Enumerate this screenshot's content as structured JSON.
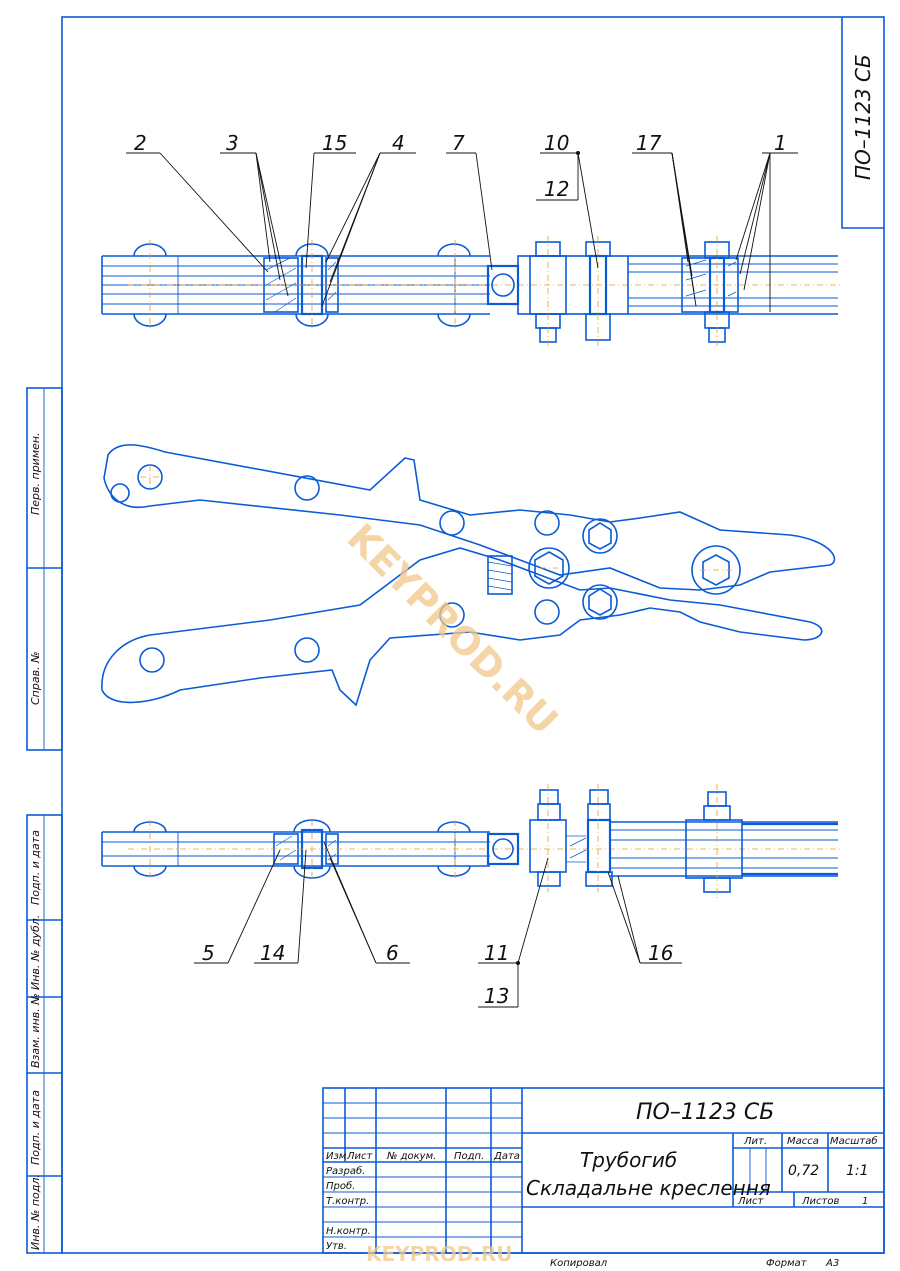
{
  "drawing": {
    "code_corner": "ПО–1123 СБ",
    "title_code": "ПО–1123 СБ",
    "name_line1": "Трубогиб",
    "name_line2": "Складальне креслення",
    "watermark_center": "KEYPROD.RU",
    "watermark_bottom": "KEYPROD.RU"
  },
  "side_stamp": {
    "perv_primen": "Перв. примен.",
    "sprav_no": "Справ. №",
    "podp_data_1": "Подп. и дата",
    "inv_dubl": "Инв. № дубл.",
    "vzam_inv": "Взам. инв. №",
    "podp_data_2": "Подп. и дата",
    "inv_podl": "Инв. № подл."
  },
  "title_block": {
    "izm": "Изм",
    "list": "Лист",
    "dokum": "№ докум.",
    "podp": "Подп.",
    "data": "Дата",
    "razrab": "Разраб.",
    "prov": "Проб.",
    "tkontr": "Т.контр.",
    "nkontr": "Н.контр.",
    "utv": "Утв.",
    "lit": "Лит.",
    "massa": "Масса",
    "masshtab": "Масштаб",
    "massa_value": "0,72",
    "masshtab_value": "1:1",
    "list_label": "Лист",
    "listov_label": "Листов",
    "listov_value": "1",
    "kopiroval": "Копировал",
    "format_label": "Формат",
    "format_value": "A3"
  },
  "callouts_top": [
    "2",
    "3",
    "15",
    "4",
    "7",
    "10",
    "12",
    "17",
    "1"
  ],
  "callouts_bottom": [
    "5",
    "14",
    "6",
    "11",
    "13",
    "16"
  ]
}
